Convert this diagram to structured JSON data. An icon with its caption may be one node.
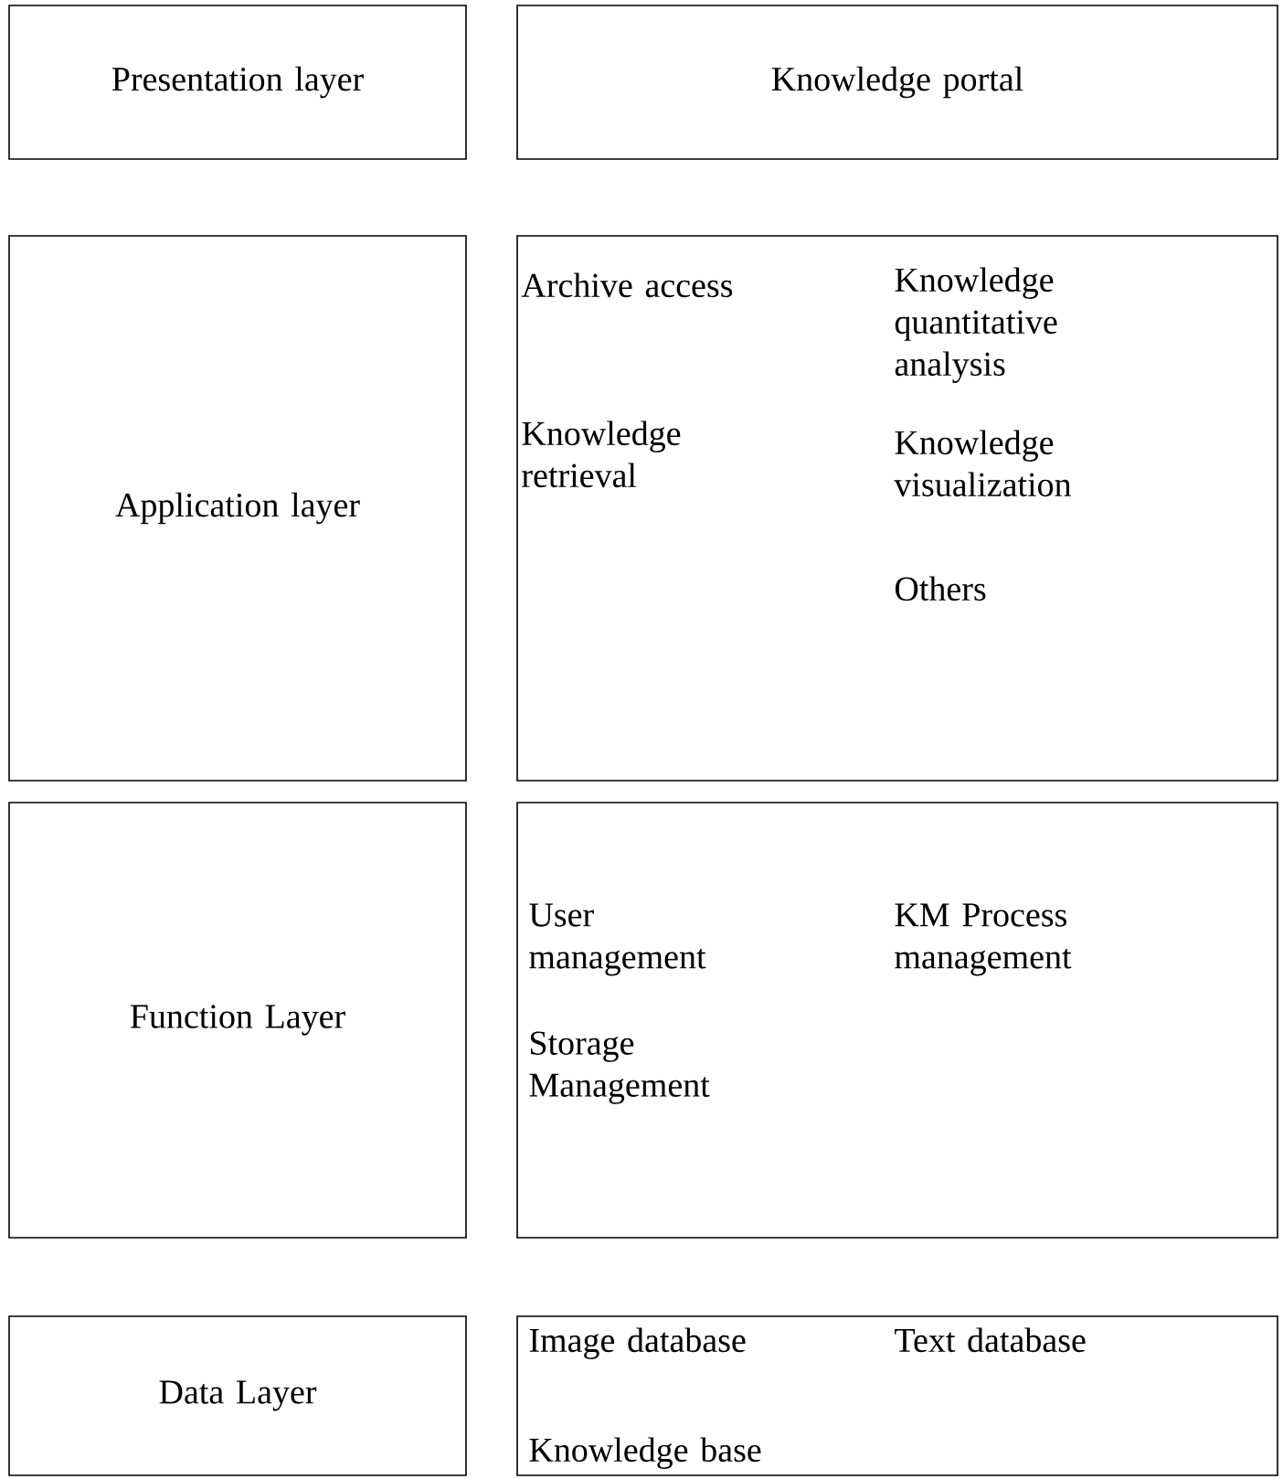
{
  "diagram": {
    "nodes": [
      {
        "text": [
          "Presentation layer"
        ]
      },
      {
        "text": [
          "Knowledge portal"
        ]
      },
      {
        "text": [
          "Application layer"
        ]
      },
      {
        "text": [
          "Archive access",
          "Knowledge quantitative analysis",
          "Knowledge retrieval",
          "Knowledge visualization",
          "Others"
        ]
      },
      {
        "text": [
          "Function Layer"
        ]
      },
      {
        "text": [
          "User management",
          "KM Process management",
          "Storage Management"
        ]
      },
      {
        "text": [
          "Data Layer"
        ]
      },
      {
        "text": [
          "Image database",
          "Text database",
          "Knowledge base"
        ]
      }
    ]
  }
}
